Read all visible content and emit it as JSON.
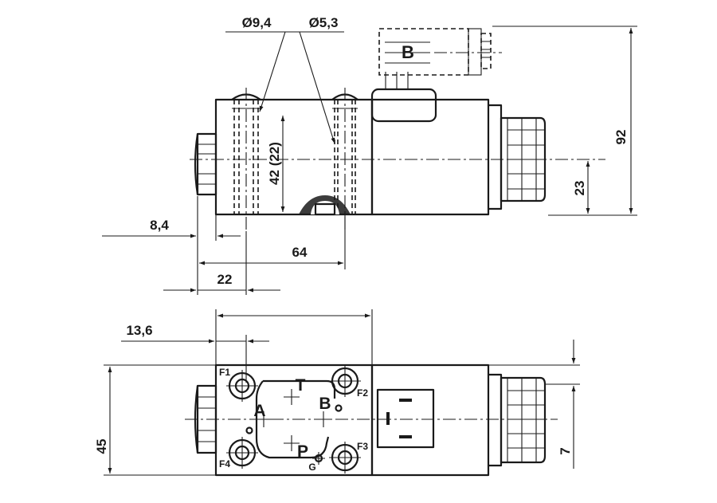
{
  "dimensions": {
    "d_9_4": "Ø9,4",
    "d_5_3": "Ø5,3",
    "d_92": "92",
    "d_42_22": "42 (22)",
    "d_23": "23",
    "d_8_4": "8,4",
    "d_64": "64",
    "d_22": "22",
    "d_13_6": "13,6",
    "d_45": "45",
    "d_7": "7"
  },
  "ports": {
    "a": "A",
    "b": "B",
    "p": "P",
    "t": "T",
    "g": "G"
  },
  "connector_label": "B",
  "mounting_holes": [
    "F1",
    "F2",
    "F3",
    "F4"
  ]
}
